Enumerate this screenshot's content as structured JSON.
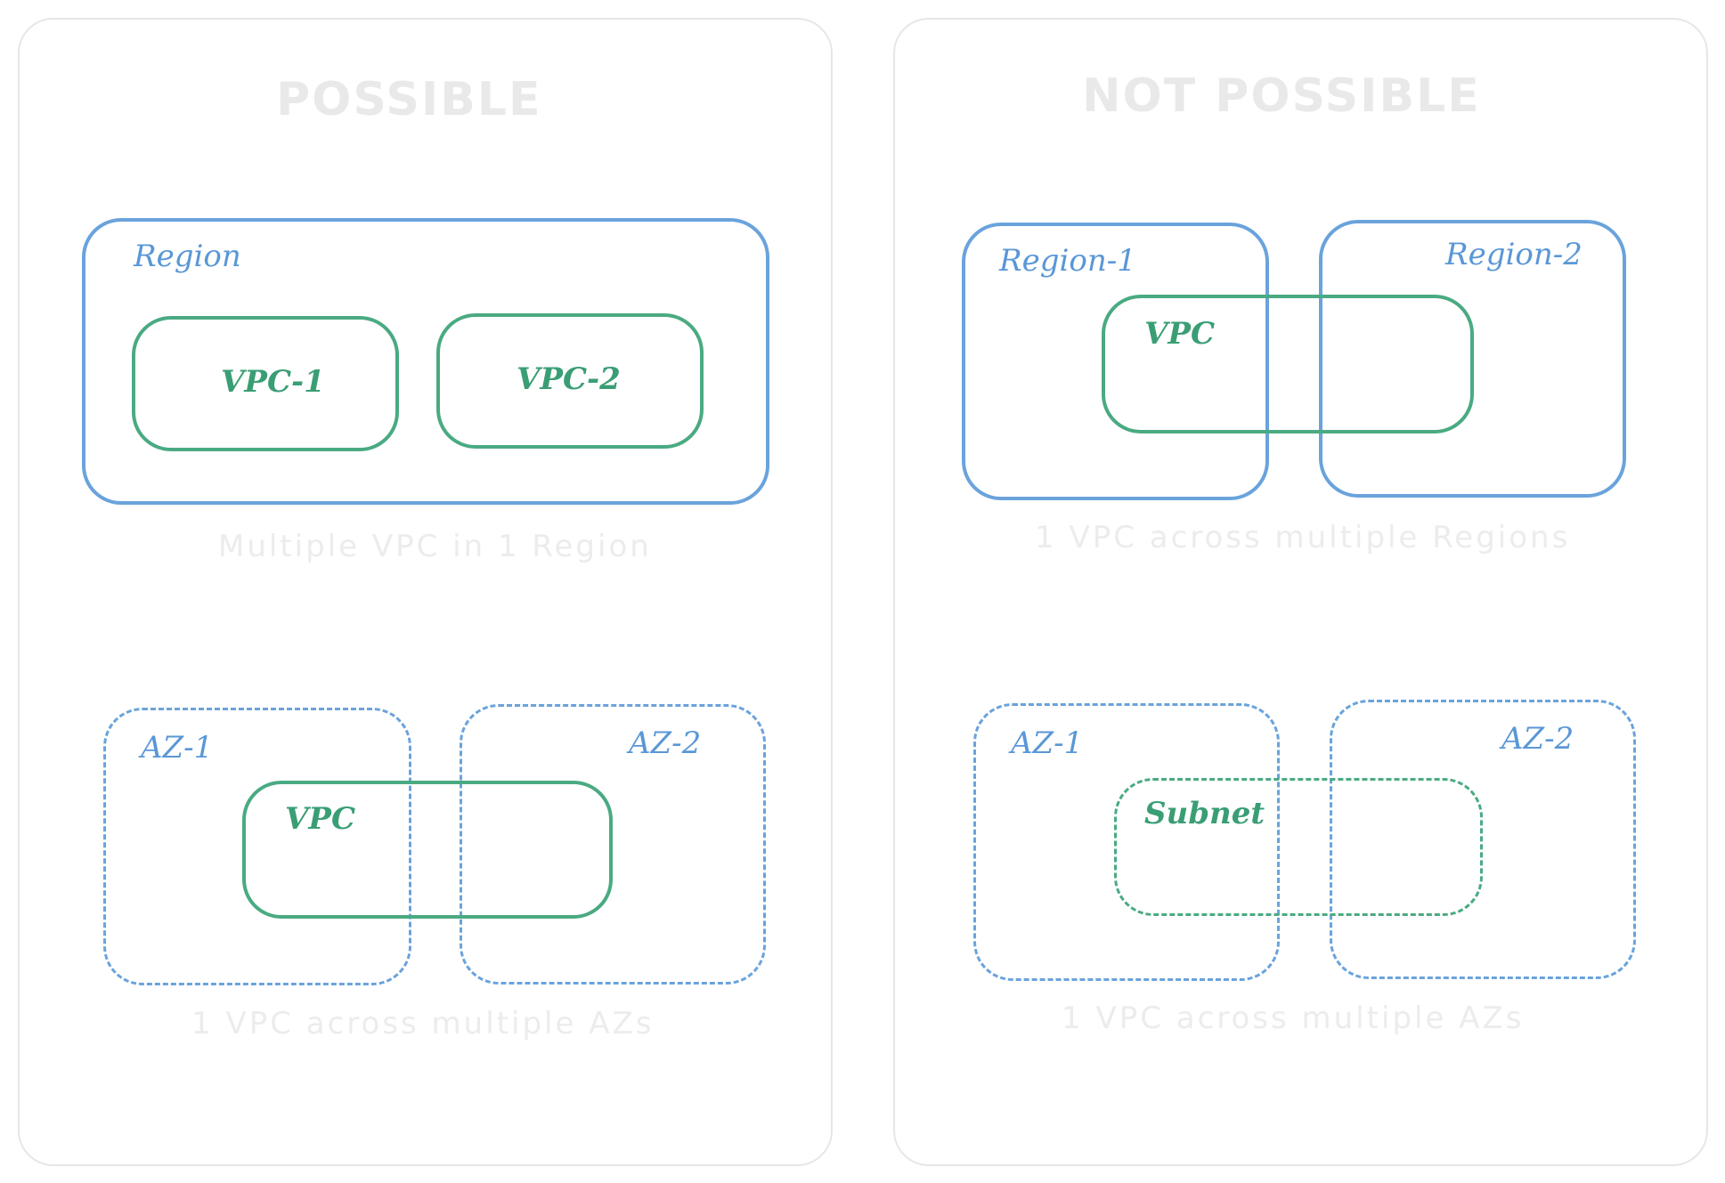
{
  "left": {
    "heading": "POSSIBLE",
    "top": {
      "region_label": "Region",
      "vpc1_label": "VPC-1",
      "vpc2_label": "VPC-2",
      "caption": "Multiple VPC in 1 Region"
    },
    "bottom": {
      "az1_label": "AZ-1",
      "az2_label": "AZ-2",
      "vpc_label": "VPC",
      "caption": "1 VPC across multiple AZs"
    }
  },
  "right": {
    "heading": "NOT POSSIBLE",
    "top": {
      "region1_label": "Region-1",
      "region2_label": "Region-2",
      "vpc_label": "VPC",
      "caption": "1 VPC across multiple Regions"
    },
    "bottom": {
      "az1_label": "AZ-1",
      "az2_label": "AZ-2",
      "subnet_label": "Subnet",
      "caption": "1 VPC across multiple AZs"
    }
  },
  "colors": {
    "region_blue": "#6aa3dc",
    "vpc_green": "#4aaa82",
    "muted_text": "#e9e9e9"
  }
}
